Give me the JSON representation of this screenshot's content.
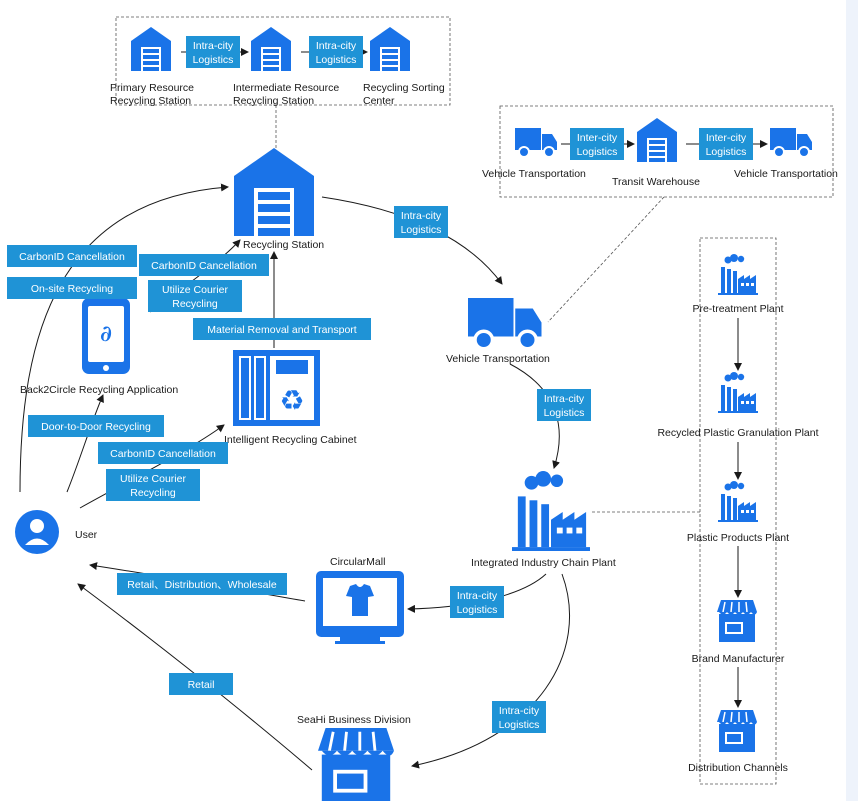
{
  "top_chain": {
    "primary_station": [
      "Primary Resource",
      "Recycling Station"
    ],
    "intermediate_station": [
      "Intermediate Resource",
      "Recycling Station"
    ],
    "sorting_center": [
      "Recycling Sorting",
      "Center"
    ],
    "tag1": [
      "Intra-city",
      "Logistics"
    ],
    "tag2": [
      "Intra-city",
      "Logistics"
    ]
  },
  "transit_chain": {
    "vehicle_left": "Vehicle Transportation",
    "warehouse": "Transit Warehouse",
    "vehicle_right": "Vehicle Transportation",
    "tag1": [
      "Inter-city",
      "Logistics"
    ],
    "tag2": [
      "Inter-city",
      "Logistics"
    ]
  },
  "nodes": {
    "recycling_station": "Recycling Station",
    "vehicle_transport": "Vehicle Transportation",
    "app": "Back2Circle Recycling Application",
    "cabinet": "Intelligent Recycling Cabinet",
    "user": "User",
    "integrated_plant": "Integrated Industry Chain Plant",
    "circular_mall": "CircularMall",
    "seahi": "SeaHi Business Division"
  },
  "tags": {
    "carbonid_top": "CarbonID Cancellation",
    "onsite": "On-site Recycling",
    "carbonid_mid": "CarbonID Cancellation",
    "courier_mid": [
      "Utilize Courier",
      "Recycling"
    ],
    "material_removal": "Material Removal and Transport",
    "door_to_door": "Door-to-Door Recycling",
    "carbonid_low": "CarbonID Cancellation",
    "courier_low": [
      "Utilize Courier",
      "Recycling"
    ],
    "intra_station_vehicle": [
      "Intra-city",
      "Logistics"
    ],
    "intra_vehicle_plant": [
      "Intra-city",
      "Logistics"
    ],
    "intra_plant_mall": [
      "Intra-city",
      "Logistics"
    ],
    "intra_plant_seahi": [
      "Intra-city",
      "Logistics"
    ],
    "retail_dist": "Retail、Distribution、Wholesale",
    "retail": "Retail"
  },
  "plant_chain": [
    "Pre-treatment Plant",
    "Recycled Plastic Granulation Plant",
    "Plastic Products Plant",
    "Brand Manufacturer",
    "Distribution Channels"
  ],
  "colors": {
    "icon_blue": "#1a73e8",
    "tag_blue": "#1f93d6",
    "line": "#1a1a1a"
  }
}
